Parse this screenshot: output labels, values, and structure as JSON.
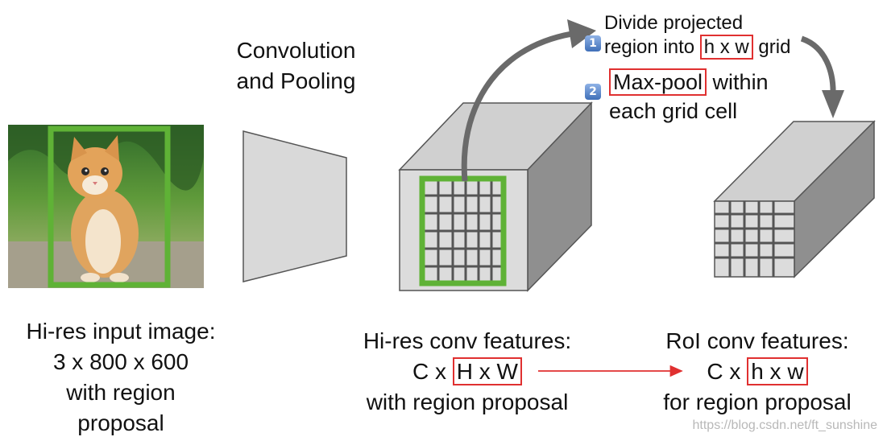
{
  "conv_label": [
    "Convolution",
    "and Pooling"
  ],
  "step1": {
    "badge": "1",
    "line1": "Divide projected",
    "line2_pre": "region into ",
    "line2_box": "h x w",
    "line2_post": " grid"
  },
  "step2": {
    "badge": "2",
    "line1_box": "Max-pool",
    "line1_post": " within",
    "line2": "each grid cell"
  },
  "input_label": [
    "Hi-res input image:",
    "3 x 800 x 600",
    "with region",
    "proposal"
  ],
  "conv_features": {
    "line1": "Hi-res conv features:",
    "line2_pre": "C x ",
    "line2_box": "H x W",
    "line3": "with region proposal"
  },
  "roi_features": {
    "line1": "RoI conv features:",
    "line2_pre": "C x ",
    "line2_box": "h x w",
    "line3": "for region proposal"
  },
  "watermark": "https://blog.csdn.net/ft_sunshine",
  "colors": {
    "proposal_box": "#5fb236",
    "highlight": "#e03030",
    "arrow": "#6a6a6a",
    "box_face": "#dcdcdc"
  }
}
